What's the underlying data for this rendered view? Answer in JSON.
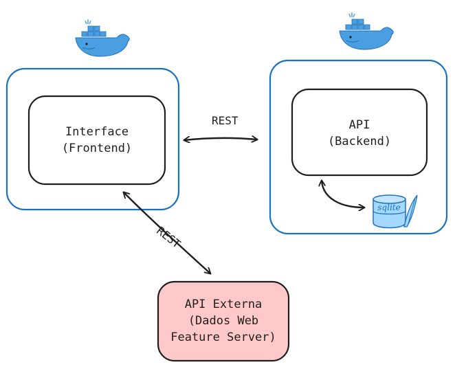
{
  "nodes": {
    "frontend": {
      "label": "Interface\n(Frontend)"
    },
    "backend": {
      "label": "API\n(Backend)"
    },
    "external": {
      "label": "API Externa\n(Dados Web\nFeature Server)"
    }
  },
  "edges": {
    "frontend_backend": {
      "label": "REST"
    },
    "frontend_external": {
      "label": "REST"
    }
  },
  "icons": {
    "docker_frontend": "docker-whale-icon",
    "docker_backend": "docker-whale-icon",
    "database": "sqlite-database-icon",
    "database_text": "sqlite"
  },
  "colors": {
    "container_border": "#1971c2",
    "box_border": "#1e1e1e",
    "external_fill": "#ffc9c9",
    "docker_blue": "#4a9fe0"
  }
}
